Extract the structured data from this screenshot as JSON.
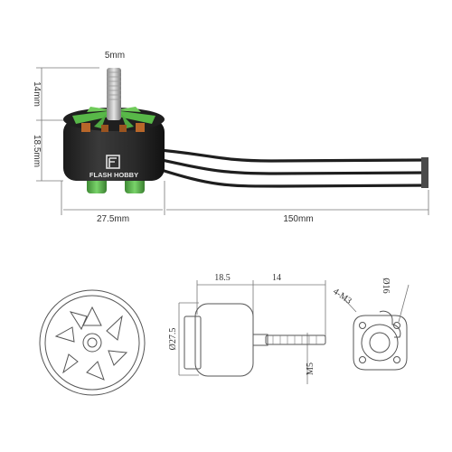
{
  "photo": {
    "dims": {
      "shaft_diameter": "5mm",
      "shaft_height": "14mm",
      "motor_height": "18.5mm",
      "motor_diameter": "27.5mm",
      "wire_length": "150mm"
    },
    "brand": "FLASH HOBBY"
  },
  "drawing": {
    "side_body_length": "18.5",
    "side_shaft_length": "14",
    "side_diameter": "Ø27.5",
    "shaft_thread": "M5",
    "mount_holes": "4-M3",
    "mount_circle": "Ø16"
  },
  "colors": {
    "motor_body": "#2a2a2a",
    "accent_green": "#58b848",
    "wire": "#1e1e1e"
  },
  "icons": [
    "flash-hobby-logo-icon"
  ]
}
